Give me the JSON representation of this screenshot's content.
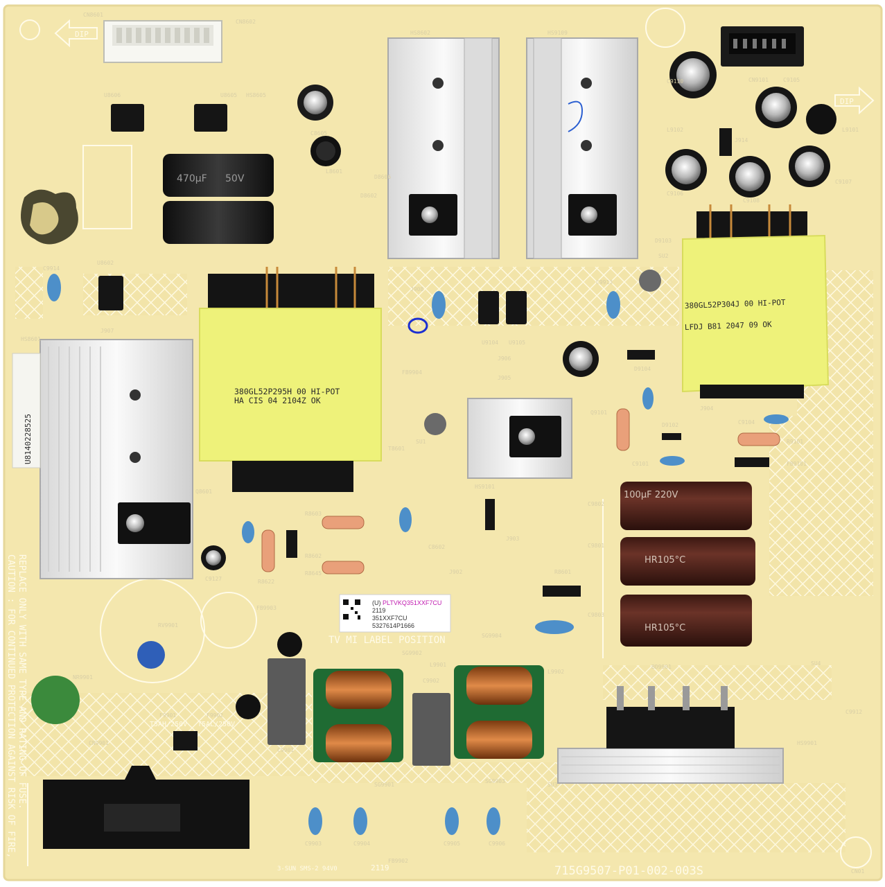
{
  "board": {
    "part_number": "715G9507-P01-002-003S",
    "date_code": "2119",
    "material": "3-SUN  SMS-2  94V0",
    "colors": {
      "pcb": "#f4e7ae",
      "silk": "#fffdf0",
      "transformer_tape": "#eef27a",
      "cap_brown": "#5a2a22",
      "heatsink": "#e9e9e9"
    }
  },
  "transformers": [
    {
      "line1": "380GL52P295H   00   HI-POT",
      "line2": "HA    CIS 04    2104Z    OK"
    },
    {
      "line1": "380GL52P304J  00  HI-POT",
      "line2": "LFDJ B81 2047 09 OK"
    }
  ],
  "label": {
    "prefix": "(U)",
    "model": "PLTVKQ351XXF7CU",
    "date": "2119",
    "code": "351XXF7CU",
    "serial": "5327614P1666",
    "position_text": "TV MI LABEL POSITION"
  },
  "sticker_side": "U8140228525",
  "dip_marks": [
    "DIP",
    "DIP"
  ],
  "caution_text": [
    "CAUTION : FOR CONTINUED PROTECTION AGAINST RISK OF FIRE,",
    "REPLACE ONLY WITH SAME TYPE AND RATING OF FUSE."
  ],
  "caps": {
    "bulk_marking": [
      "100µF 220V",
      "HR105°C"
    ],
    "filter_marking": [
      "470µF",
      "50V"
    ]
  },
  "fuse_text": [
    "T5AH/250V",
    "T5AL/250V"
  ],
  "refdes": [
    "CN8601",
    "CN8602",
    "HS8602",
    "HS9109",
    "CN9101",
    "U8606",
    "U8605",
    "HS8605",
    "C8605",
    "L8601",
    "D8606",
    "D8602",
    "C9914",
    "U8602",
    "J907",
    "J908",
    "C9913",
    "U9104",
    "U9105",
    "D9104",
    "D9103",
    "SU2",
    "HS8601",
    "FB9904",
    "SU1",
    "T8601",
    "Q9101",
    "HS9101",
    "R9101",
    "FB9101",
    "C9104",
    "D9102",
    "C9101",
    "Q8601",
    "R8603",
    "R8602",
    "R8645",
    "R8622",
    "C9127",
    "C8602",
    "C9801",
    "C9802",
    "C9803",
    "R8601",
    "RV9901",
    "FB9903",
    "SG9902",
    "SG9904",
    "L9901",
    "C9902",
    "L9902",
    "BD9901",
    "SU4",
    "HS9901",
    "F9901",
    "F9902",
    "NR9901",
    "CN9901",
    "C9901",
    "SG9901",
    "SG9903",
    "C9903",
    "C9904",
    "C9905",
    "C9906",
    "FB9902",
    "SU3",
    "CN01",
    "C9912",
    "J902",
    "J903",
    "J904",
    "J905",
    "J906",
    "C9110",
    "C9105",
    "L9102",
    "L9101",
    "J914",
    "C9106",
    "C9108",
    "C9107"
  ]
}
